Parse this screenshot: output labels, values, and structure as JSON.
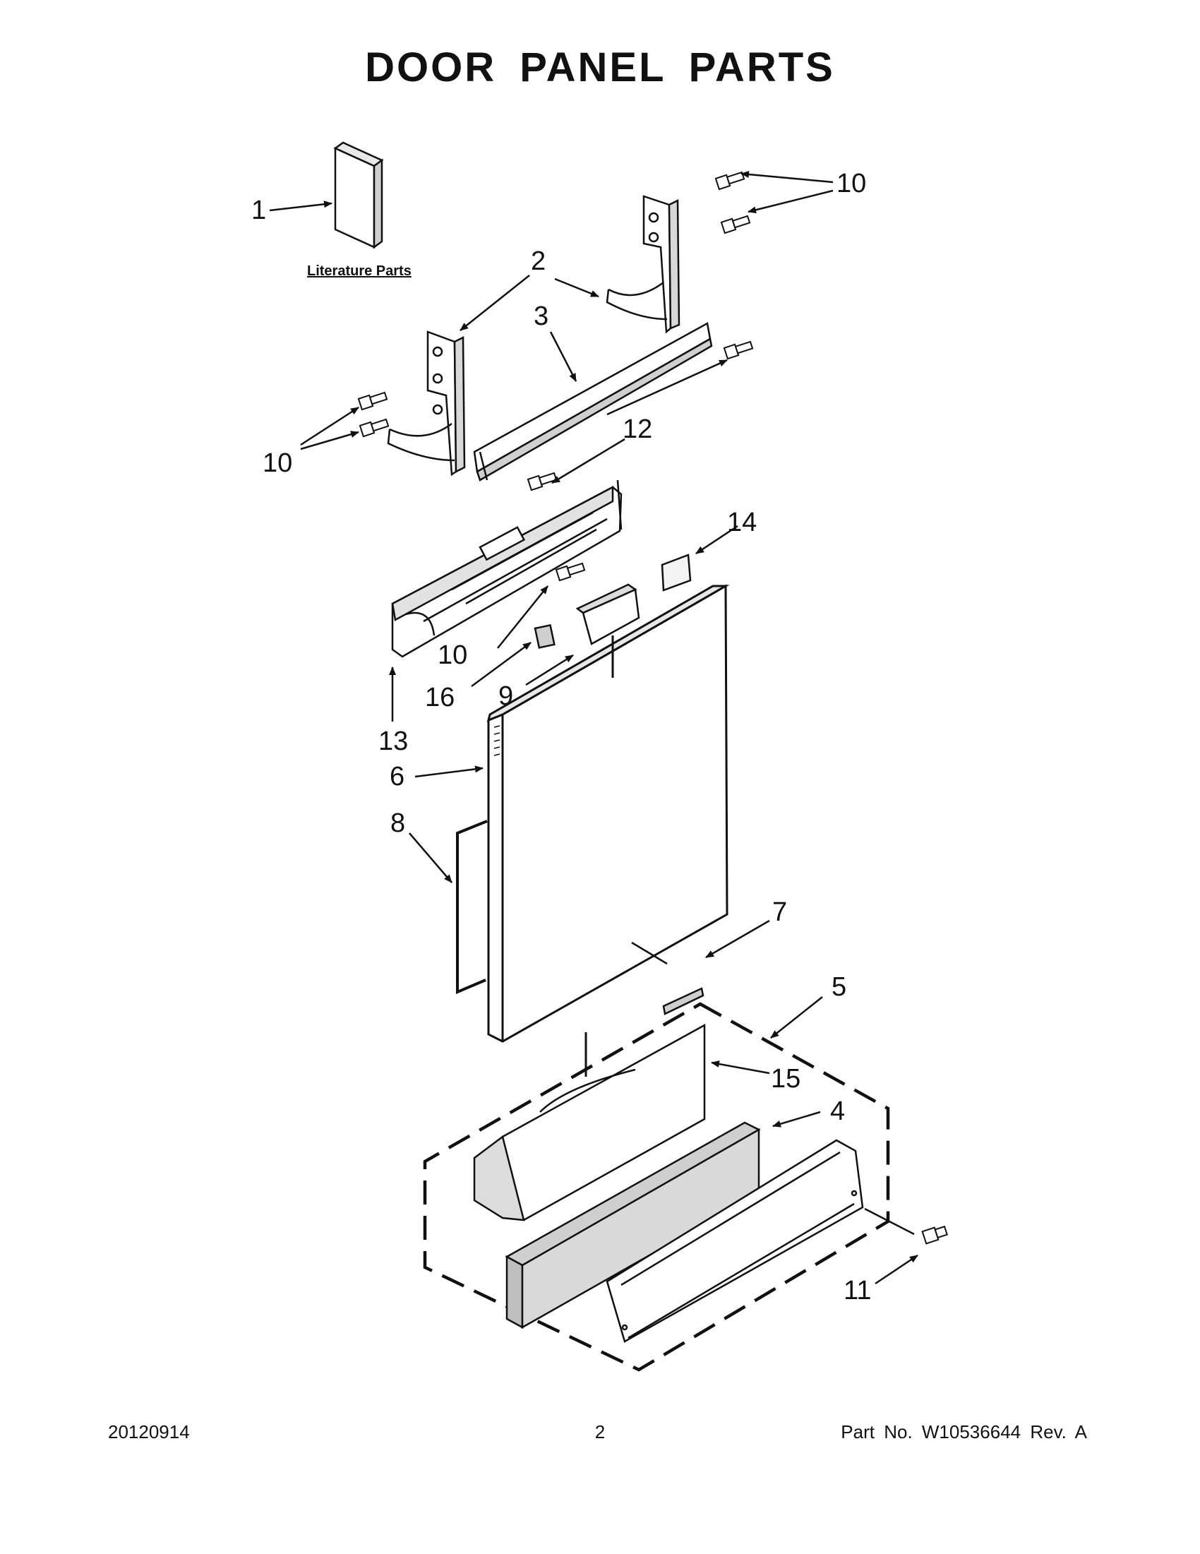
{
  "page": {
    "title": "DOOR PANEL PARTS",
    "literature_label": "Literature Parts"
  },
  "callouts": [
    "1",
    "2",
    "3",
    "10",
    "10",
    "12",
    "10",
    "14",
    "16",
    "9",
    "13",
    "6",
    "8",
    "7",
    "5",
    "15",
    "4",
    "11"
  ],
  "footer": {
    "date_code": "20120914",
    "page_number": "2",
    "part_number": "Part No.  W10536644  Rev.  A"
  },
  "colors": {
    "ink": "#111111",
    "background": "#ffffff"
  }
}
